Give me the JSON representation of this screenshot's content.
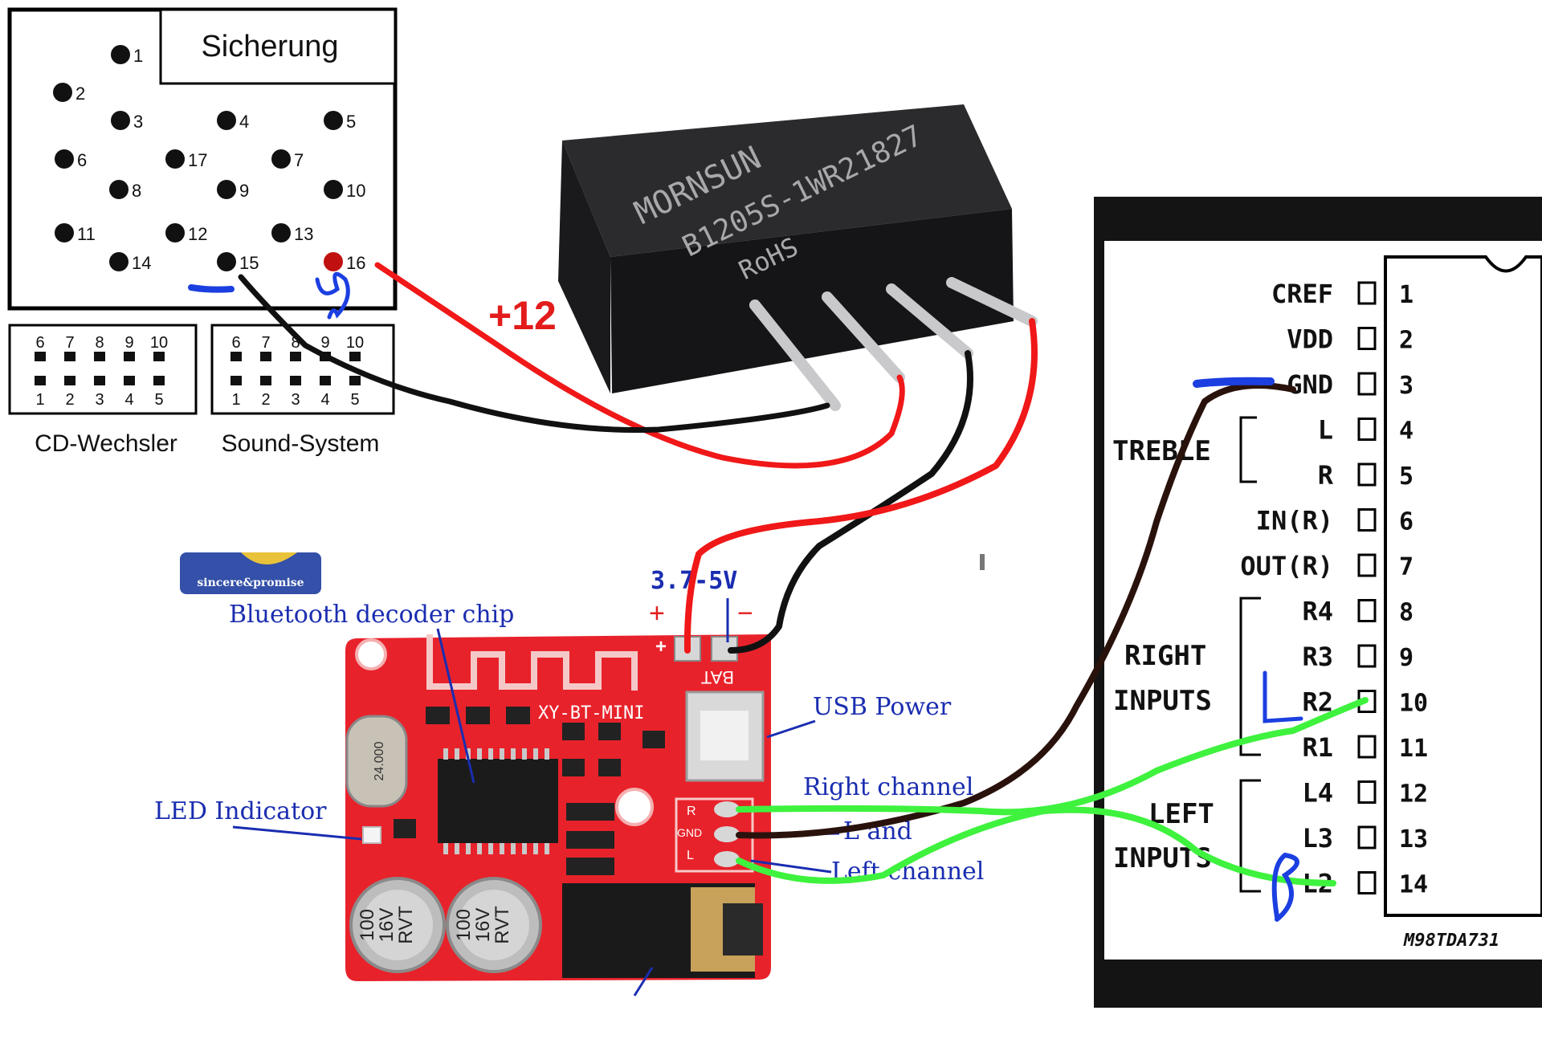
{
  "connector": {
    "fuse_label": "Sicherung",
    "pins": [
      "1",
      "2",
      "3",
      "4",
      "5",
      "6",
      "17",
      "7",
      "8",
      "9",
      "10",
      "11",
      "12",
      "13",
      "14",
      "15",
      "16"
    ],
    "cd_changer": {
      "label": "CD-Wechsler",
      "top_numbers": [
        "6",
        "7",
        "8",
        "9",
        "10"
      ],
      "bottom_numbers": [
        "1",
        "2",
        "3",
        "4",
        "5"
      ]
    },
    "sound_system": {
      "label": "Sound-System",
      "top_numbers": [
        "6",
        "7",
        "8",
        "9",
        "10"
      ],
      "bottom_numbers": [
        "1",
        "2",
        "3",
        "4",
        "5"
      ]
    }
  },
  "converter": {
    "brand": "MORNSUN",
    "model": "B1205S-1WR2",
    "code": "1827",
    "rohs": "RoHS",
    "input_label": "+12"
  },
  "bt_module": {
    "voltage": "3.7-5V",
    "plus": "+",
    "minus": "−",
    "board_name": "XY-BT-MINI",
    "board_bat": "BAT",
    "board_plus": "+",
    "board_r": "R",
    "board_gnd": "GND",
    "board_l": "L",
    "chip_label": "Bluetooth decoder chip",
    "usb_label": "USB Power",
    "led_label": "LED Indicator",
    "right_label": "Right channel",
    "gnd_label": "L and",
    "left_label": "Left channel",
    "crystal": "24.000",
    "cap_text": [
      "100",
      "16V",
      "RVT"
    ],
    "logo_text": "sincere&promise"
  },
  "ic": {
    "pins": [
      {
        "name": "CREF",
        "num": "1"
      },
      {
        "name": "VDD",
        "num": "2"
      },
      {
        "name": "GND",
        "num": "3"
      },
      {
        "name": "L",
        "num": "4"
      },
      {
        "name": "R",
        "num": "5"
      },
      {
        "name": "IN(R)",
        "num": "6"
      },
      {
        "name": "OUT(R)",
        "num": "7"
      },
      {
        "name": "R4",
        "num": "8"
      },
      {
        "name": "R3",
        "num": "9"
      },
      {
        "name": "R2",
        "num": "10"
      },
      {
        "name": "R1",
        "num": "11"
      },
      {
        "name": "L4",
        "num": "12"
      },
      {
        "name": "L3",
        "num": "13"
      },
      {
        "name": "L2",
        "num": "14"
      }
    ],
    "treble": "TREBLE",
    "right_inputs": [
      "RIGHT",
      "INPUTS"
    ],
    "left_inputs": [
      "LEFT",
      "INPUTS"
    ],
    "part": "M98TDA731"
  },
  "colors": {
    "wire_red": "#f01818",
    "wire_black": "#111111",
    "wire_brown": "#2a120c",
    "wire_green": "#3ef23e",
    "pen_blue": "#1b3fe0",
    "board_red": "#e8222b",
    "diagram_blue": "#1a2db0"
  }
}
